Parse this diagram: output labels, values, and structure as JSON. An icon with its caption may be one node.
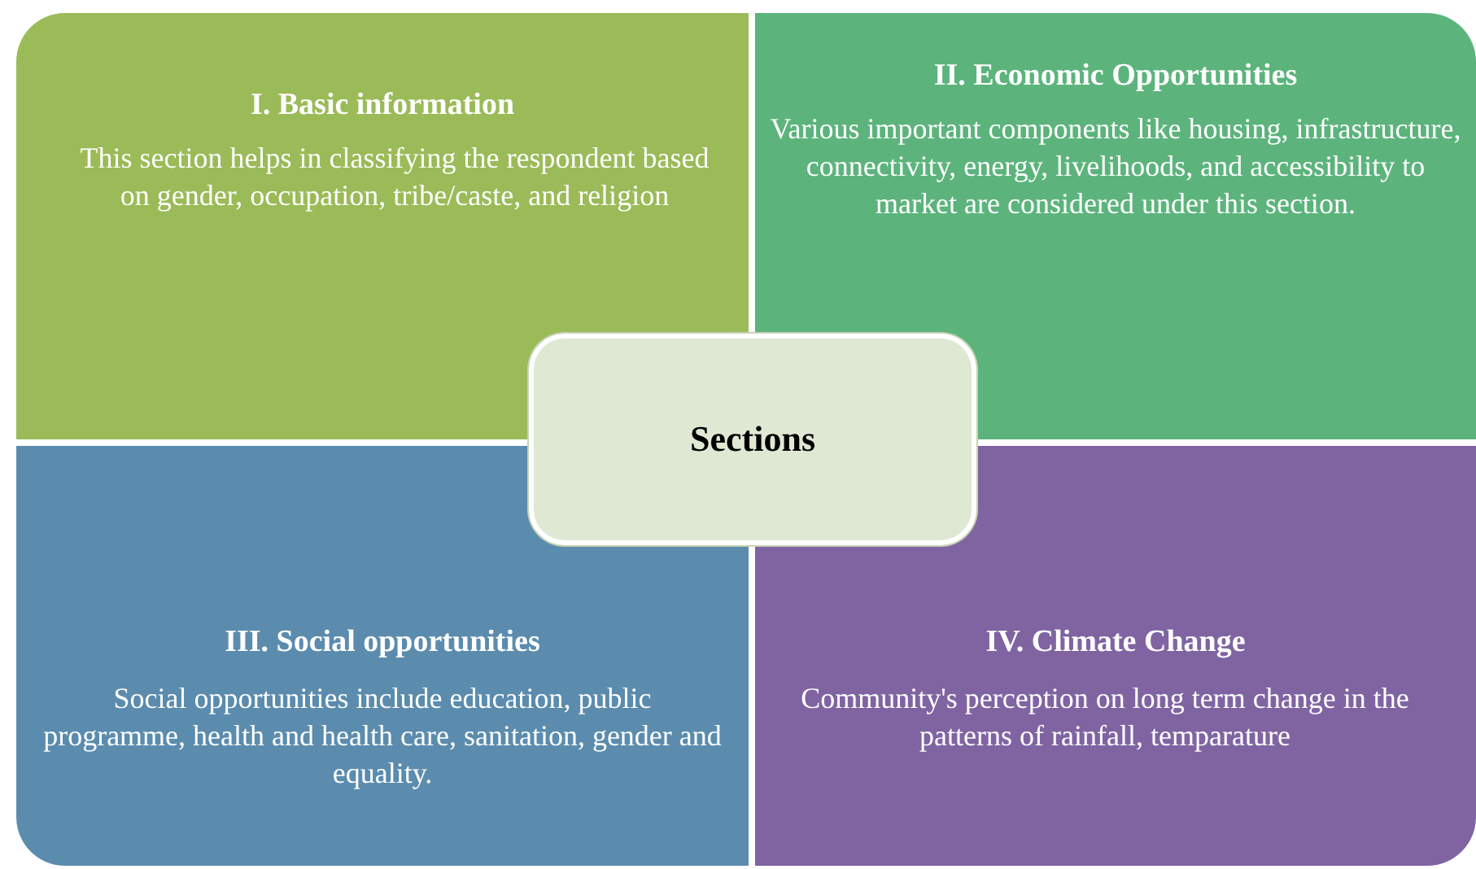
{
  "diagram": {
    "nodes": [
      {
        "text": [
          "I. Basic information",
          "This section helps in classifying the respondent based on gender, occupation, tribe/caste, and religion"
        ]
      },
      {
        "text": [
          "II. Economic Opportunities",
          "Various important components like housing, infrastructure, connectivity, energy, livelihoods, and accessibility to market are considered under this section."
        ]
      },
      {
        "text": [
          "III. Social opportunities",
          "Social opportunities include education, public programme, health and health care, sanitation, gender and equality."
        ]
      },
      {
        "text": [
          "IV. Climate Change",
          "Community's perception on long term change in the patterns of rainfall, temparature"
        ]
      },
      {
        "text": [
          "Sections"
        ]
      }
    ]
  }
}
